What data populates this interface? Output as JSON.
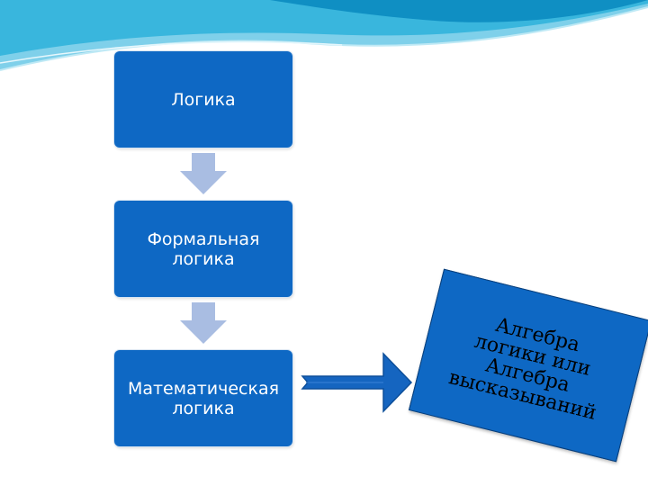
{
  "diagram": {
    "steps": [
      {
        "label": "Логика"
      },
      {
        "label": "Формальная\nлогика"
      },
      {
        "label": "Математическая\nлогика"
      }
    ],
    "result": {
      "label": "Алгебра\nлогики или\nАлгебра\nвысказываний"
    }
  },
  "colors": {
    "box_fill": "#0e68c4",
    "arrow_fill": "#a9bde2",
    "right_arrow_fill": "#1565c0",
    "header_teal": "#16a6cf"
  }
}
